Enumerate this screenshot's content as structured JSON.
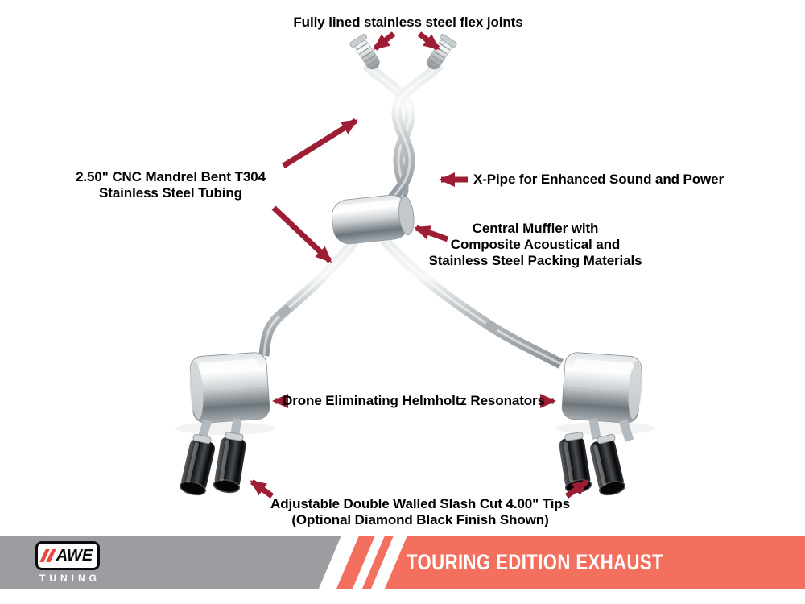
{
  "annotations": {
    "flex_joints": "Fully lined stainless steel flex joints",
    "tubing_line1": "2.50\" CNC Mandrel Bent T304",
    "tubing_line2": "Stainless Steel Tubing",
    "xpipe": "X-Pipe for Enhanced Sound and Power",
    "muffler_line1": "Central Muffler with",
    "muffler_line2": "Composite Acoustical and",
    "muffler_line3": "Stainless Steel Packing Materials",
    "resonators": "Drone Eliminating Helmholtz Resonators",
    "tips_line1": "Adjustable Double Walled Slash Cut 4.00\" Tips",
    "tips_line2": "(Optional Diamond Black Finish Shown)"
  },
  "footer": {
    "brand": "AWE",
    "brand_sub": "TUNING",
    "product_title": "TOURING EDITION EXHAUST"
  },
  "colors": {
    "arrow": "#9d1d34",
    "band_gray": "#9b9da0",
    "band_red": "#f3705f",
    "logo_red": "#e8473d"
  },
  "diagram_parts": {
    "parts": [
      "flex-joints",
      "x-pipe",
      "central-muffler",
      "mandrel-bent-tubing",
      "helmholtz-resonators",
      "quad-slash-cut-tips"
    ]
  }
}
